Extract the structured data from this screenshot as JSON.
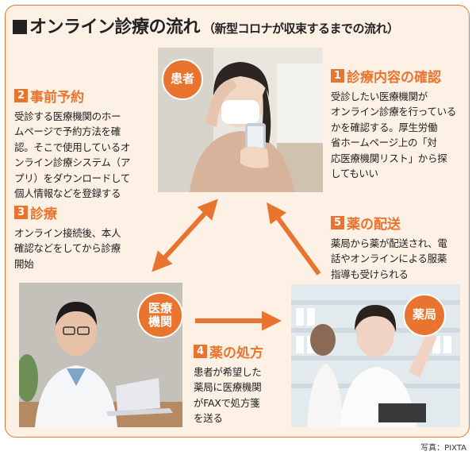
{
  "title": {
    "main": "オンライン診療の流れ",
    "sub": "（新型コロナが収束するまでの流れ）"
  },
  "badges": {
    "patient": "患者",
    "clinic_line1": "医療",
    "clinic_line2": "機関",
    "pharmacy": "薬局"
  },
  "steps": [
    {
      "num": "1",
      "title": "診療内容の確認",
      "lines": [
        "受診したい医療機関が",
        "オンライン診療を行っている",
        "かを確認する。厚生労働",
        "省ホームページ上の「対",
        "応医療機関リスト」から探",
        "してもいい"
      ]
    },
    {
      "num": "2",
      "title": "事前予約",
      "lines": [
        "受診する医療機関のホー",
        "ムページで予約方法を確",
        "認。そこで使用しているオ",
        "ンライン診療システム（ア",
        "プリ）をダウンロードして",
        "個人情報などを登録する"
      ]
    },
    {
      "num": "3",
      "title": "診療",
      "lines": [
        "オンライン接続後、本人",
        "確認などをしてから診療",
        "開始"
      ]
    },
    {
      "num": "4",
      "title": "薬の処方",
      "lines": [
        "患者が希望した",
        "薬局に医療機関",
        "がFAXで処方箋",
        "を送る"
      ]
    },
    {
      "num": "5",
      "title": "薬の配送",
      "lines": [
        "薬局から薬が配送され、電",
        "話やオンラインによる服薬",
        "指導も受けられる"
      ]
    }
  ],
  "credit": "写真：PIXTA",
  "colors": {
    "accent": "#e8742f",
    "background": "#fdf1e6"
  }
}
